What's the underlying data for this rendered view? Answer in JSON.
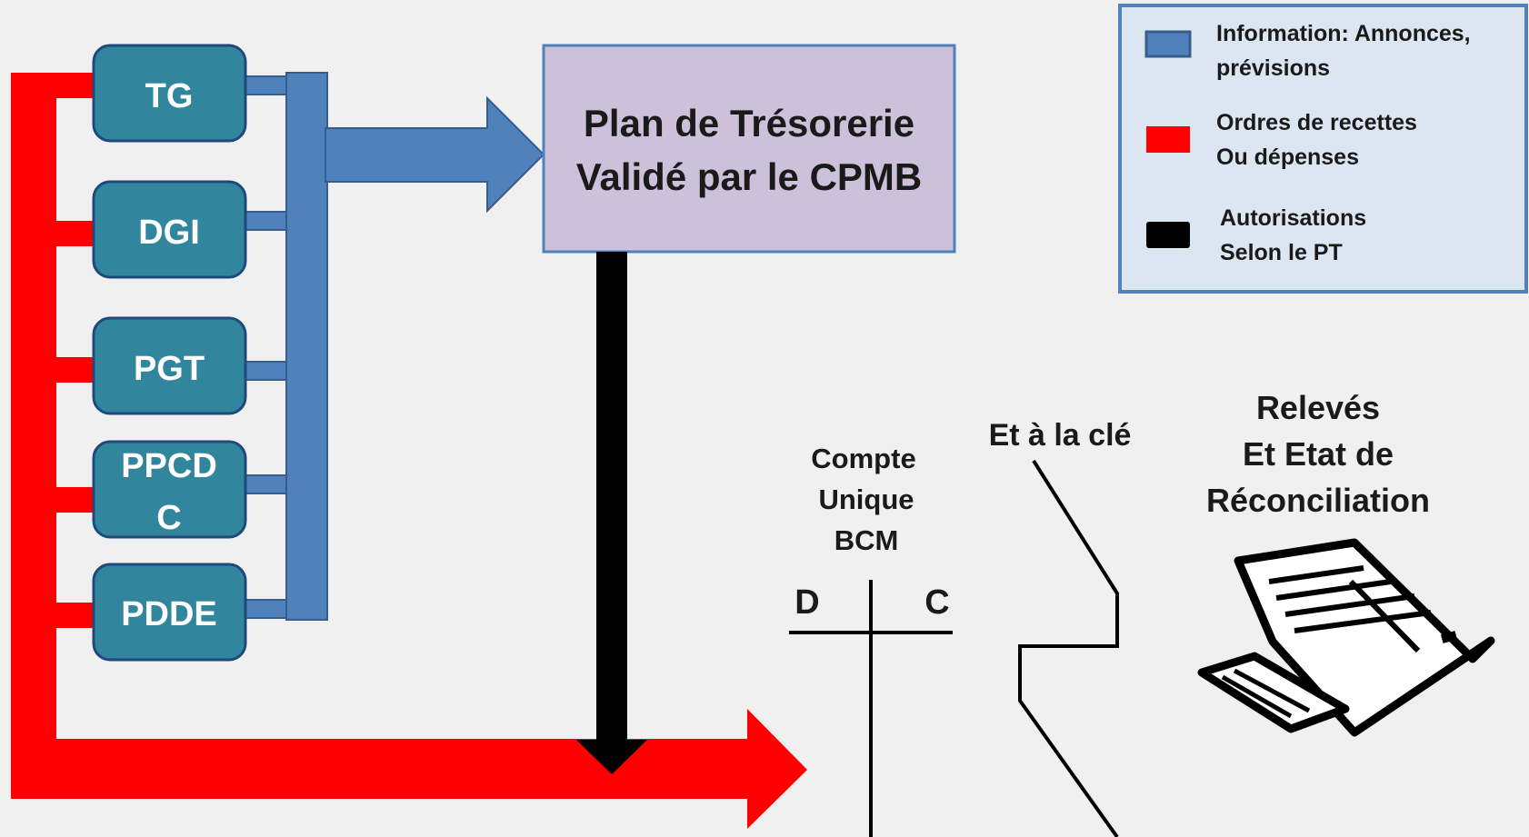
{
  "entities": [
    {
      "id": "tg",
      "label": "TG"
    },
    {
      "id": "dgi",
      "label": "DGI"
    },
    {
      "id": "pgt",
      "label": "PGT"
    },
    {
      "id": "ppcdc",
      "label_line1": "PPCD",
      "label_line2": "C"
    },
    {
      "id": "pdde",
      "label": "PDDE"
    }
  ],
  "plan": {
    "line1": "Plan de Trésorerie",
    "line2": "Validé par le CPMB"
  },
  "legend": [
    {
      "color": "#4f81bd",
      "line1": "Information: Annonces,",
      "line2": "prévisions"
    },
    {
      "color": "#ff0000",
      "line1": "Ordres de recettes",
      "line2": "Ou dépenses"
    },
    {
      "color": "#000000",
      "line1": "Autorisations",
      "line2": "Selon le PT"
    }
  ],
  "account": {
    "line1": "Compte",
    "line2": "Unique",
    "line3": "BCM",
    "debit": "D",
    "credit": "C"
  },
  "key_text": "Et à la clé",
  "reports": {
    "line1": "Relevés",
    "line2": "Et Etat de",
    "line3": "Réconciliation"
  },
  "colors": {
    "background": "#f0f0f0",
    "entity_fill": "#31859c",
    "entity_border": "#1f497d",
    "info_blue": "#4f81bd",
    "orders_red": "#ff0000",
    "auth_black": "#000000",
    "plan_fill": "#ccc0da",
    "legend_fill": "#dce6f2"
  }
}
